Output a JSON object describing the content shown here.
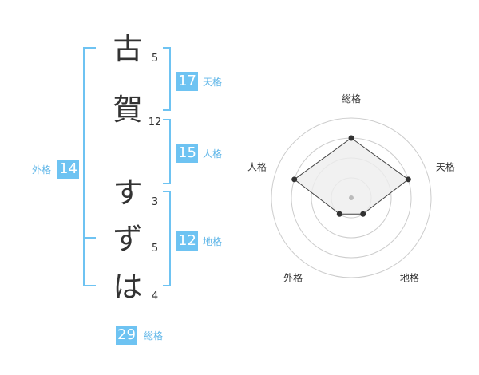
{
  "name": {
    "characters": [
      {
        "char": "古",
        "strokes": "5"
      },
      {
        "char": "賀",
        "strokes": "12"
      },
      {
        "char": "す",
        "strokes": "3"
      },
      {
        "char": "ず",
        "strokes": "5"
      },
      {
        "char": "は",
        "strokes": "4"
      }
    ]
  },
  "fortunes": {
    "tenkaku": {
      "value": "17",
      "label": "天格"
    },
    "jinkaku": {
      "value": "15",
      "label": "人格"
    },
    "chikaku": {
      "value": "12",
      "label": "地格"
    },
    "gaikaku": {
      "value": "14",
      "label": "外格"
    },
    "soukaku": {
      "value": "29",
      "label": "総格"
    }
  },
  "radar": {
    "axes": [
      "総格",
      "天格",
      "地格",
      "外格",
      "人格"
    ],
    "levels": 4,
    "values": [
      3,
      3,
      1,
      1,
      3
    ],
    "colors": {
      "ring": "#cccccc",
      "fill": "#eeeeee",
      "stroke": "#444444",
      "dot": "#333333",
      "center": "#bbbbbb"
    }
  },
  "colors": {
    "accent": "#6ec3f2"
  }
}
